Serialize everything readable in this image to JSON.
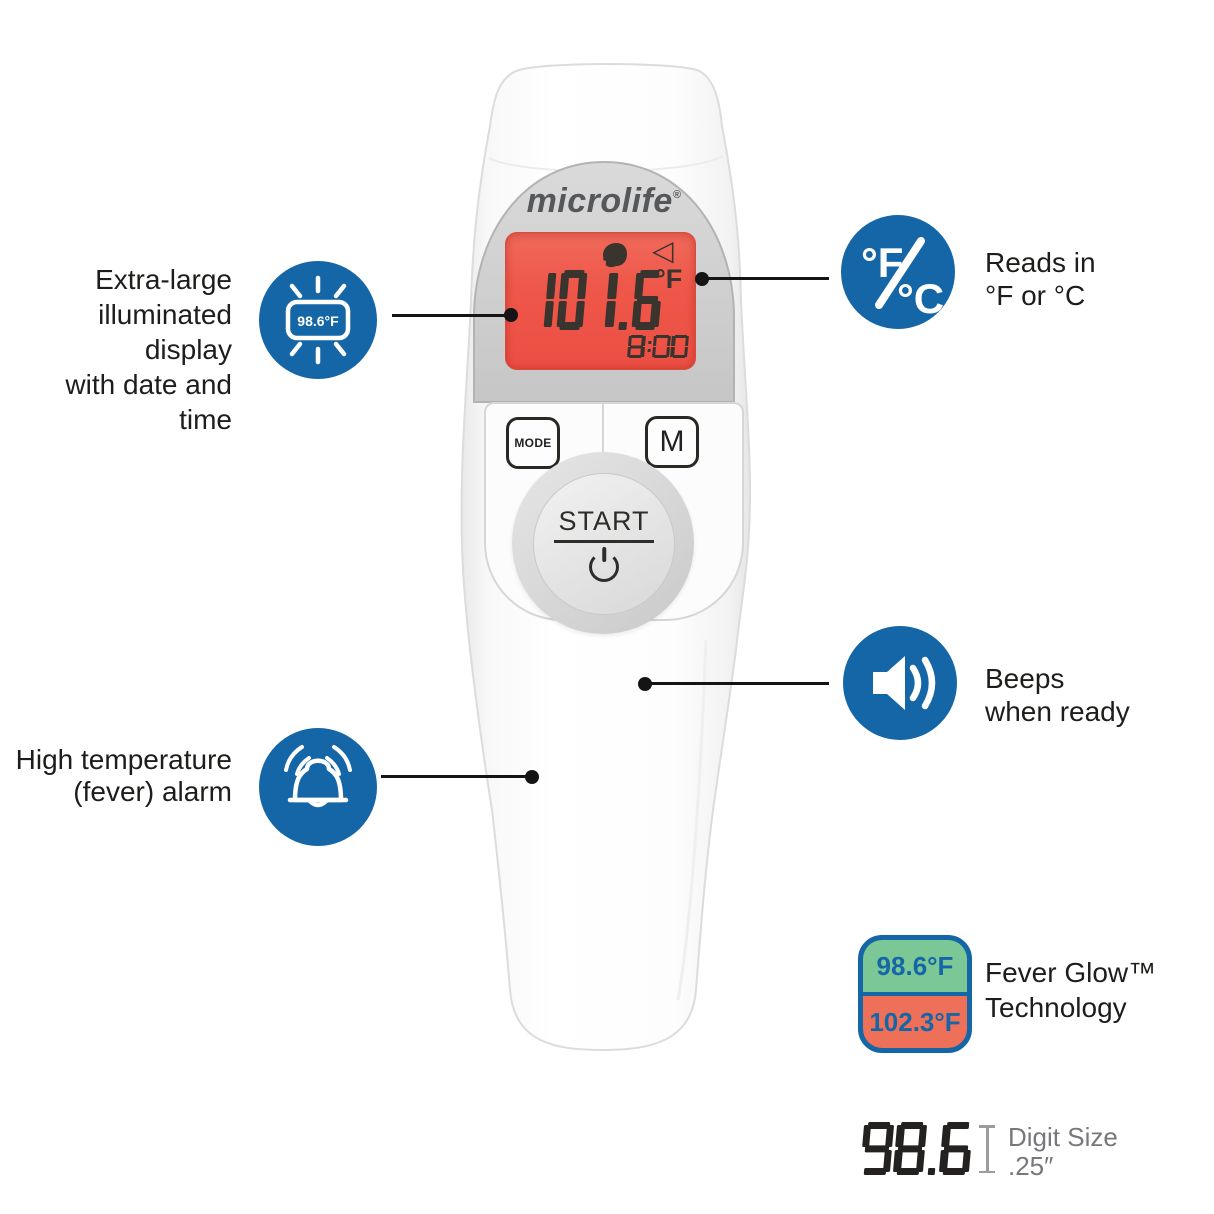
{
  "device": {
    "brand": "microlife",
    "brand_mark": "®",
    "lcd": {
      "temperature": "101.6",
      "unit": "°F",
      "time": "8:00",
      "speaker_glyph": "◁"
    },
    "buttons": {
      "mode": "MODE",
      "memory": "M",
      "start": "START"
    }
  },
  "callouts": {
    "display": {
      "text_lines": [
        "Extra-large",
        "illuminated display",
        "with date and time"
      ],
      "icon_value": "98.6°F"
    },
    "units": {
      "text_lines": [
        "Reads in",
        "°F or °C"
      ],
      "icon_top": "°F",
      "icon_bottom": "°C"
    },
    "beeps": {
      "text_lines": [
        "Beeps",
        "when ready"
      ]
    },
    "alarm": {
      "text_lines": [
        "High temperature",
        "(fever) alarm"
      ]
    },
    "fever_glow": {
      "text_lines": [
        "Fever Glow™",
        "Technology"
      ],
      "normal_temp": "98.6°F",
      "fever_temp": "102.3°F"
    },
    "digit_size": {
      "sample": "98.6",
      "text_lines": [
        "Digit Size",
        ".25″"
      ]
    }
  },
  "colors": {
    "accent_blue": "#1566a7",
    "lcd_red": "#ef5a4c",
    "glow_green": "#7cc796",
    "glow_orange": "#ee7059"
  }
}
